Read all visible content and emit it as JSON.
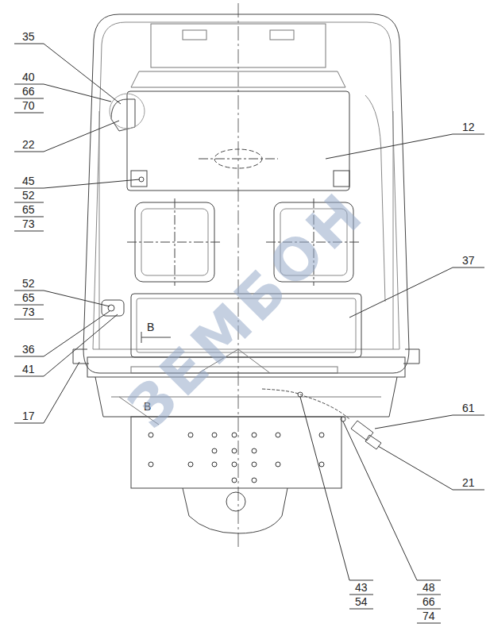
{
  "diagram": {
    "labels": [
      "35",
      "40",
      "66",
      "70",
      "22",
      "45",
      "52",
      "65",
      "73",
      "52",
      "65",
      "73",
      "36",
      "41",
      "17",
      "12",
      "37",
      "61",
      "21",
      "43",
      "54",
      "48",
      "66",
      "74",
      "В",
      "В",
      "ЗЕМБОН"
    ]
  }
}
